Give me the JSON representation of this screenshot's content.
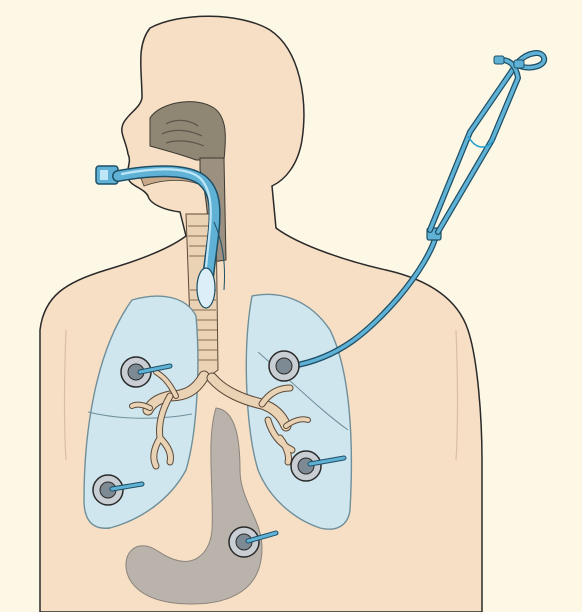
{
  "colors": {
    "background": "#fdf8e6",
    "skin": "#f6dfc4",
    "skin_outline": "#2a2a2a",
    "nasal_cavity": "#8f8674",
    "lung_fill": "#cfe6ee",
    "lung_outline": "#6f8f9b",
    "bronchi_fill": "#ead2b4",
    "stomach_fill": "#b9b3ab",
    "tube_blue": "#5fb2d6",
    "tube_highlight": "#bfe6f7",
    "tube_outline": "#1d4f66",
    "cuff": "#dceef7",
    "chest_piece_outer": "#c8ced3",
    "chest_piece_inner": "#7d8a94"
  },
  "icons": {
    "endotracheal_tube": "endotracheal-tube-icon",
    "stethoscope": "stethoscope-icon",
    "chest_piece": "stethoscope-chest-piece-icon"
  },
  "auscultation_sites": [
    {
      "name": "right-upper-lung"
    },
    {
      "name": "left-upper-lung"
    },
    {
      "name": "right-lower-lung"
    },
    {
      "name": "left-lower-lung"
    },
    {
      "name": "epigastrium"
    }
  ]
}
